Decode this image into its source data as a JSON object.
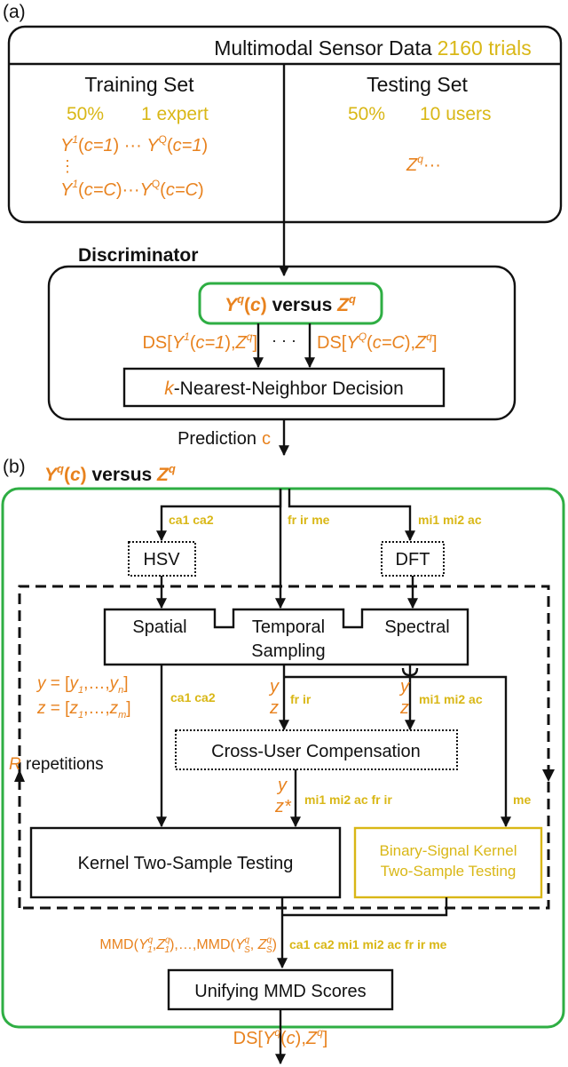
{
  "colors": {
    "orange": "#e8821e",
    "yellow": "#d9b716",
    "green": "#2eae43",
    "black": "#111111"
  },
  "panel_a": {
    "label": "(a)",
    "header": {
      "title": "Multimodal Sensor Data",
      "trials": "2160 trials"
    },
    "training": {
      "title": "Training Set",
      "pct": "50%",
      "who": "1 expert",
      "row1": [
        "Y",
        "1",
        "(",
        "c=1",
        ")",
        " ··· ",
        "Y",
        "Q",
        "(",
        "c=1",
        ")"
      ],
      "vdots": "⋮",
      "row2": [
        "Y",
        "1",
        "(",
        "c=C",
        ")",
        "···",
        "Y",
        "Q",
        "(",
        "c=C",
        ")"
      ]
    },
    "testing": {
      "title": "Testing Set",
      "pct": "50%",
      "who": "10 users",
      "z": [
        "Z",
        "q",
        "···"
      ]
    },
    "discriminator": {
      "title": "Discriminator",
      "versus": [
        "Y",
        "q",
        "(",
        "c",
        ")",
        " versus ",
        "Z",
        "q"
      ],
      "ds_left": [
        "DS[",
        "Y",
        "1",
        "(",
        "c=1",
        "),",
        "Z",
        "q",
        "]"
      ],
      "dots": "· · ·",
      "ds_right": [
        "DS[",
        "Y",
        "Q",
        "(",
        "c=C",
        "),",
        "Z",
        "q",
        "]"
      ],
      "knn": [
        "k",
        "-Nearest-Neighbor Decision"
      ]
    },
    "prediction": {
      "label": "Prediction",
      "value": "c"
    }
  },
  "panel_b": {
    "label": "(b)",
    "title": [
      "Y",
      "q",
      "(",
      "c",
      ")",
      " versus ",
      "Z",
      "q"
    ],
    "hsv": "HSV",
    "dft": "DFT",
    "hsv_tag": "ca1 ca2",
    "mid_tag": "fr ir me",
    "dft_tag": "mi1 mi2 ac",
    "sampling": {
      "spatial": "Spatial",
      "temporal": "Temporal",
      "spectral": "Spectral",
      "sampling": "Sampling"
    },
    "yvec": [
      "y",
      " = [",
      "y",
      "1",
      ",…,",
      "y",
      "n",
      "]"
    ],
    "zvec": [
      "z",
      " = [",
      "z",
      "1",
      ",…,",
      "z",
      "m",
      "]"
    ],
    "left_tag": "ca1 ca2",
    "y_label": "y",
    "z_label": "z",
    "zstar_label": "z*",
    "mid_tag2": "fr ir",
    "right_tag2": "mi1 mi2 ac",
    "repetitions": [
      "R",
      " repetitions"
    ],
    "compensation": "Cross-User Compensation",
    "comp_tag": "mi1 mi2 ac fr ir",
    "me_tag": "me",
    "kernel": "Kernel Two-Sample Testing",
    "binary": [
      "Binary-Signal Kernel",
      "Two-Sample Testing"
    ],
    "mmd": [
      "MMD(",
      "Y",
      "q",
      "1",
      ",",
      "Z",
      "q",
      "1",
      "),…,MMD(",
      "Y",
      "q",
      "S",
      ", ",
      "Z",
      "q",
      "S",
      ")"
    ],
    "mmd_tag": "ca1 ca2 mi1 mi2 ac fr ir me",
    "unify": "Unifying MMD Scores",
    "ds": [
      "DS[",
      "Y",
      "q",
      "(",
      "c",
      "),",
      "Z",
      "q",
      "]"
    ]
  }
}
